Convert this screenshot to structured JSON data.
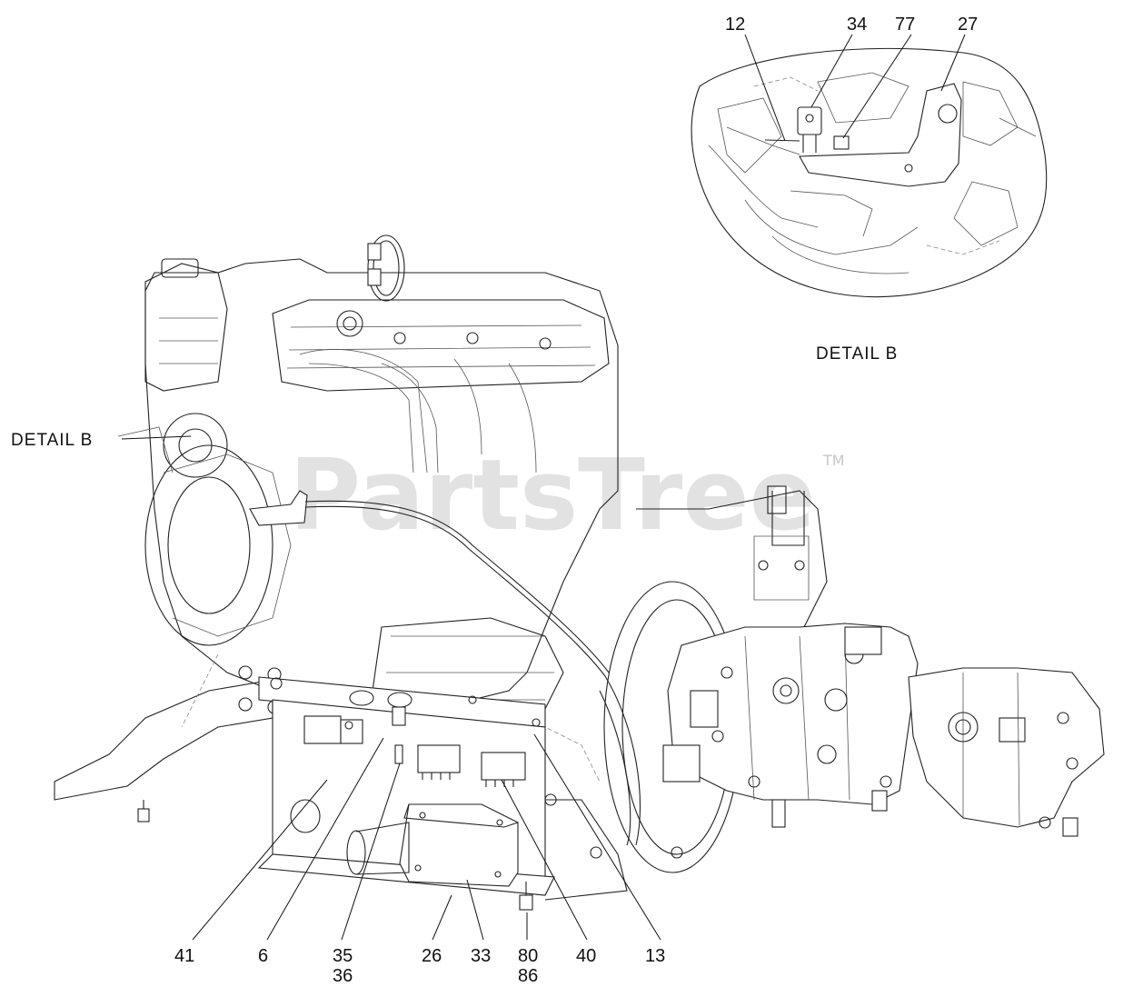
{
  "watermark": {
    "text": "PartsTree",
    "trademark": "TM"
  },
  "detail_labels": {
    "left": "DETAIL  B",
    "inset": "DETAIL  B"
  },
  "callouts": {
    "c12": "12",
    "c34": "34",
    "c77": "77",
    "c27": "27",
    "c41": "41",
    "c6": "6",
    "c35": "35",
    "c36": "36",
    "c26": "26",
    "c33": "33",
    "c80": "80",
    "c86": "86",
    "c40": "40",
    "c13": "13"
  }
}
